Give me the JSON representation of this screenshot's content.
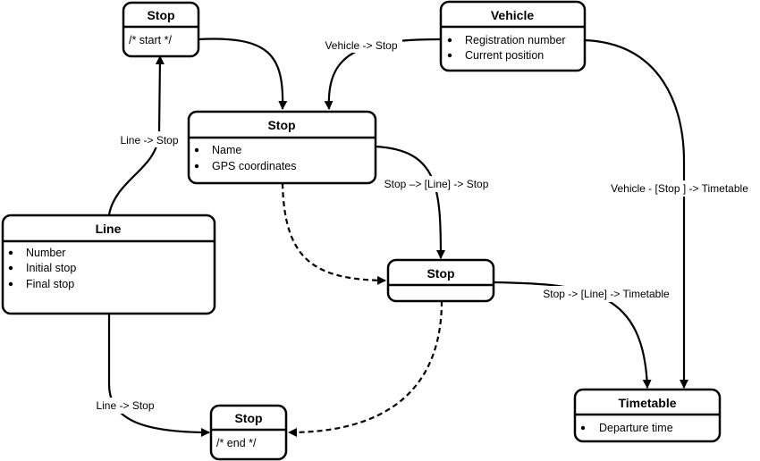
{
  "nodes": {
    "stop_start": {
      "title": "Stop",
      "lines": [
        "/*  start */"
      ]
    },
    "vehicle": {
      "title": "Vehicle",
      "items": [
        "Registration number",
        "Current position"
      ]
    },
    "stop_main": {
      "title": "Stop",
      "items": [
        "Name",
        "GPS coordinates"
      ]
    },
    "line": {
      "title": "Line",
      "items": [
        "Number",
        "Initial stop",
        "Final stop"
      ]
    },
    "stop_mid": {
      "title": "Stop",
      "lines": []
    },
    "stop_end": {
      "title": "Stop",
      "lines": [
        "/* end */"
      ]
    },
    "timetable": {
      "title": "Timetable",
      "items": [
        "Departure time"
      ]
    }
  },
  "edges": {
    "line_to_start": "Line -> Stop",
    "vehicle_to_stop": "Vehicle -> Stop",
    "stop_to_mid": "Stop –> [Line] -> Stop",
    "vehicle_to_timetable": "Vehicle - [Stop ] -> Timetable",
    "mid_to_timetable": "Stop -> [Line]  -> Timetable",
    "line_to_end": "Line -> Stop"
  },
  "colors": {
    "stroke": "#000000",
    "fill": "#ffffff"
  }
}
